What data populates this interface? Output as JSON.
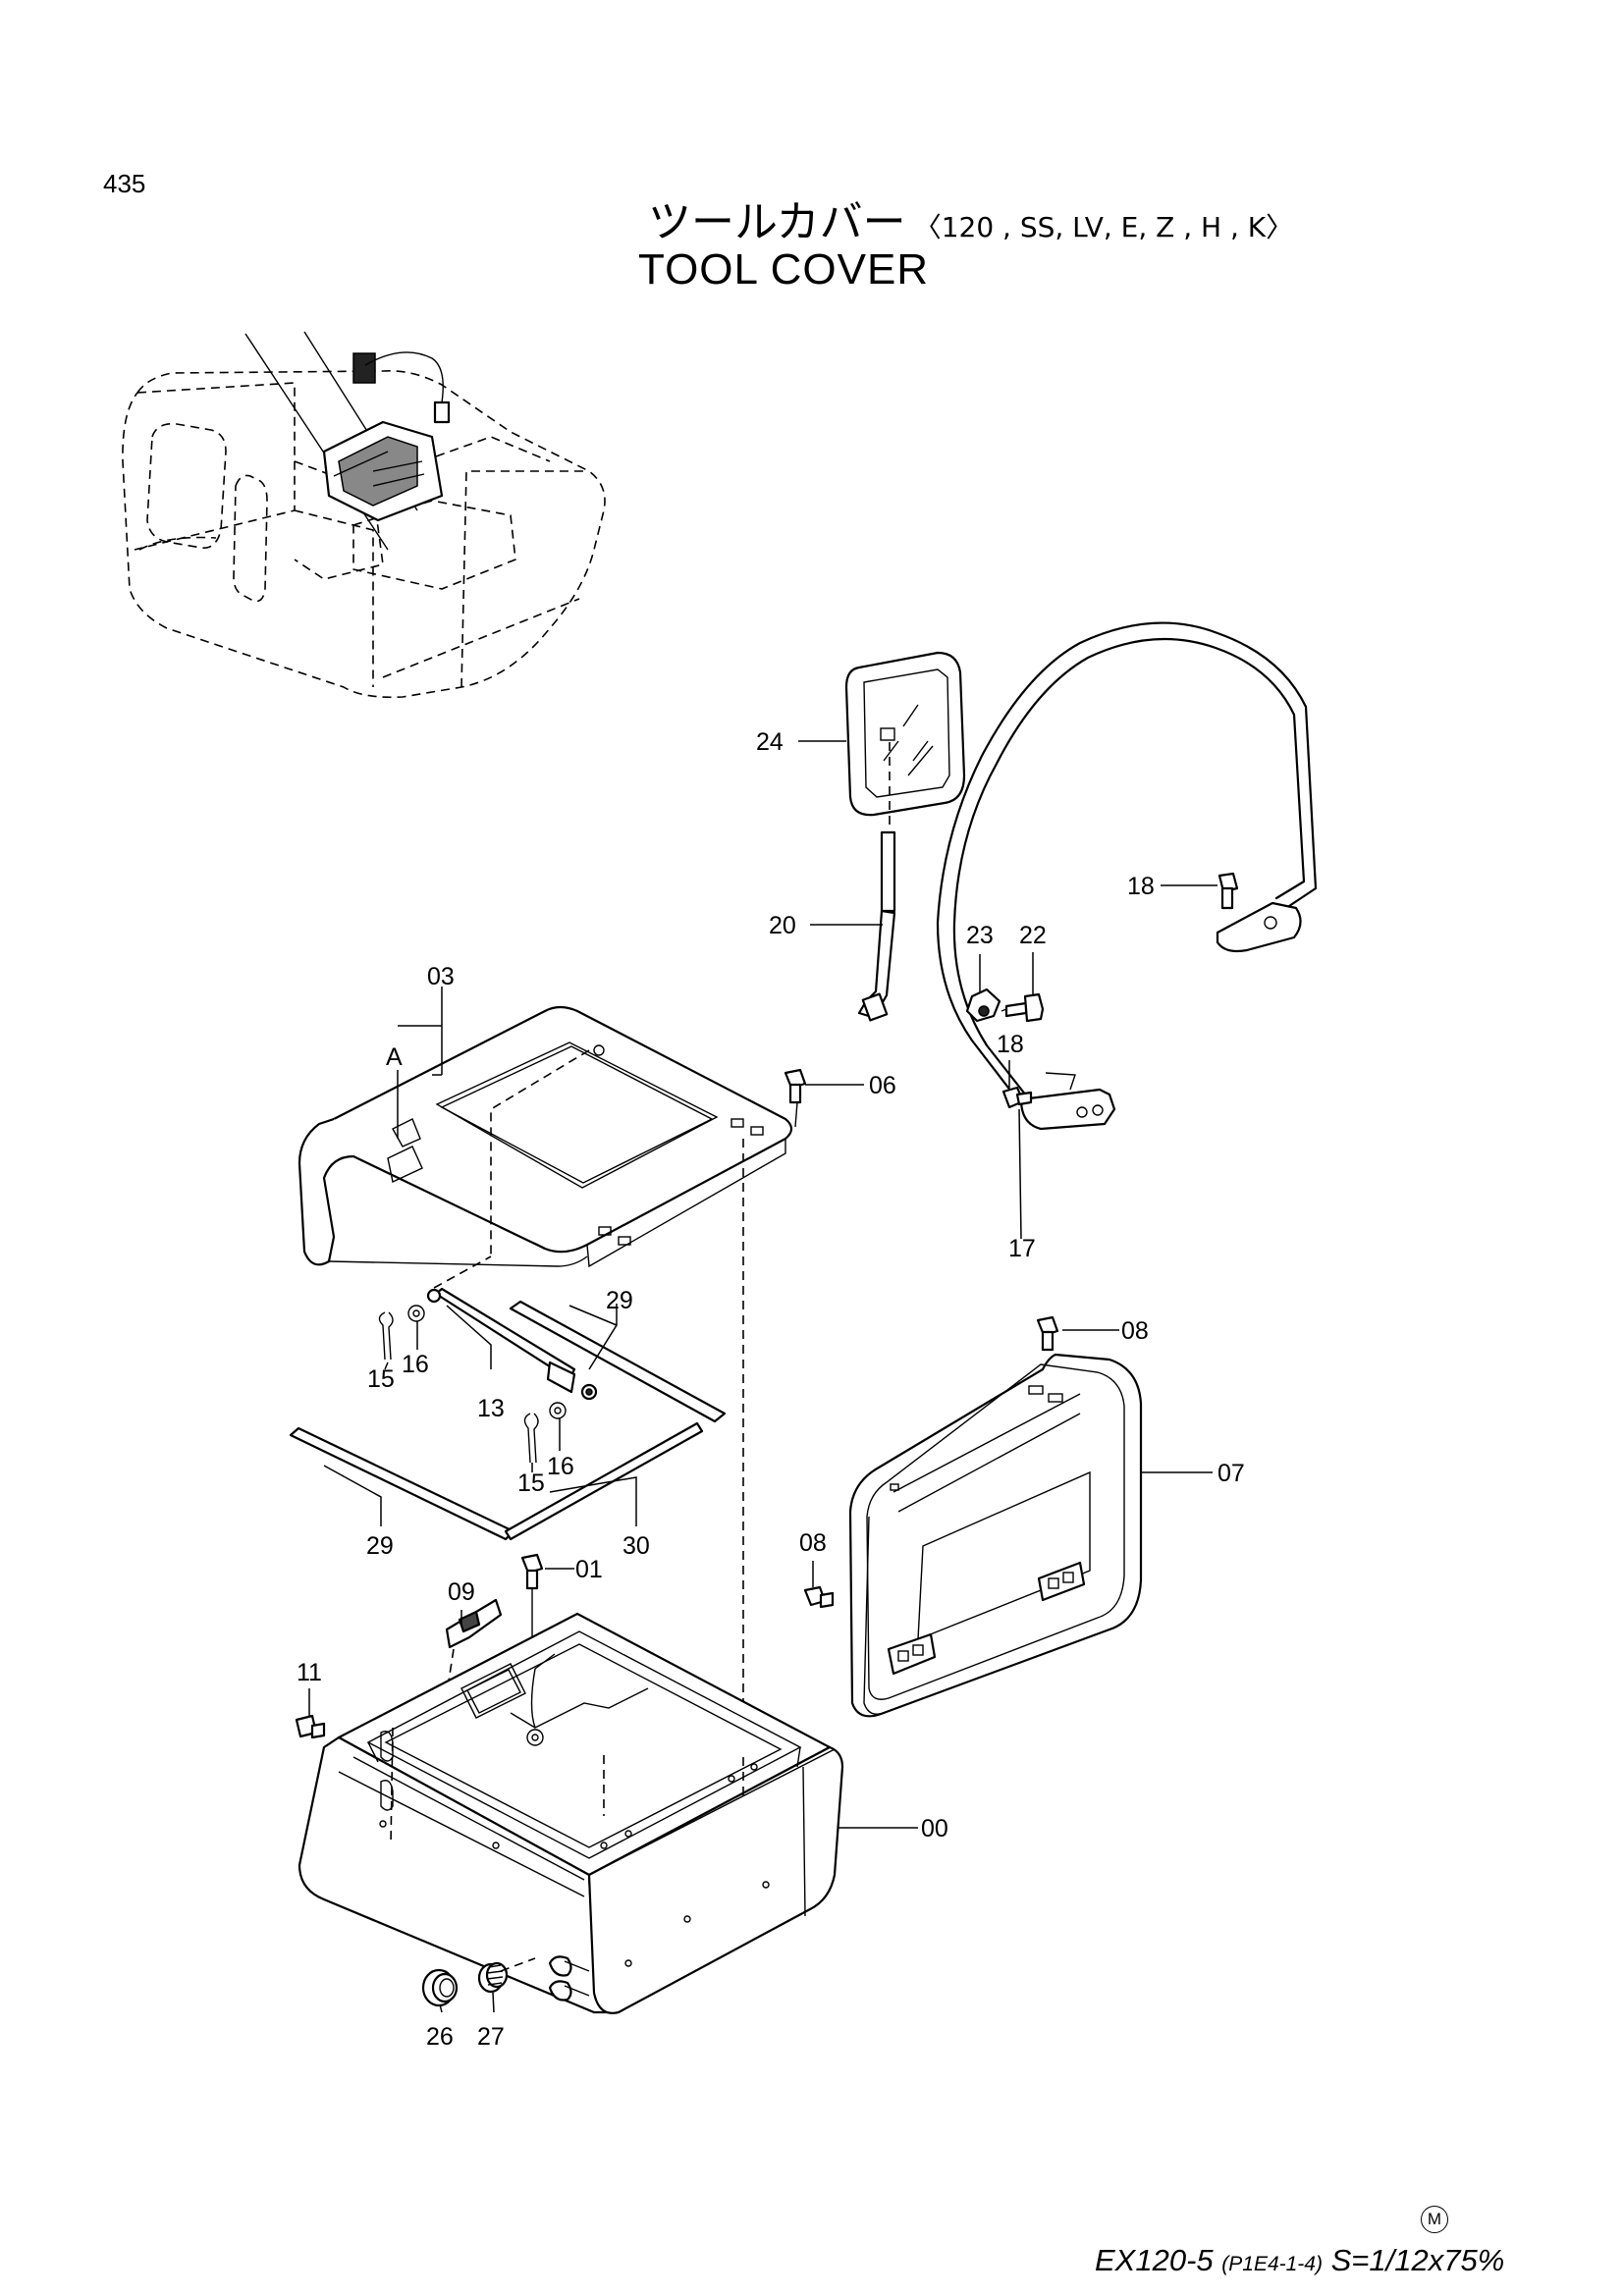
{
  "page": {
    "number": "435",
    "title_jp": "ツールカバー",
    "title_variants": "〈120 , SS, LV, E, Z , H , K〉",
    "title_en": "TOOL  COVER"
  },
  "diagram": {
    "view_label": "A",
    "callouts": [
      "24",
      "20",
      "18",
      "23",
      "22",
      "03",
      "06",
      "18",
      "17",
      "29",
      "15",
      "16",
      "13",
      "15",
      "16",
      "08",
      "07",
      "29",
      "30",
      "08",
      "09",
      "01",
      "11",
      "00",
      "26",
      "27"
    ]
  },
  "footer": {
    "mark": "M",
    "model": "EX120-5",
    "code": "(P1E4-1-4)",
    "scale": "S=1/12x75%"
  }
}
